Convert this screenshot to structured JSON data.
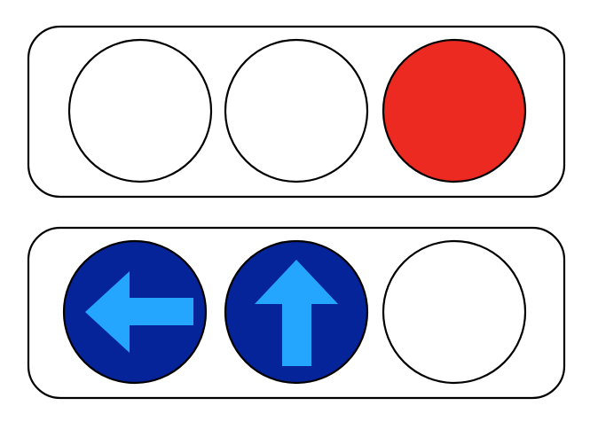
{
  "colors": {
    "background": "#ffffff",
    "housing_fill": "#ffffff",
    "outline": "#000000",
    "lamp_off": "#ffffff",
    "lamp_red": "#ec2a22",
    "arrow_lamp_bg": "#06249a",
    "arrow_fill": "#24a6ff"
  },
  "signal_heads": [
    {
      "name": "main-signal-head",
      "lamps": [
        {
          "name": "lamp-1",
          "state": "off",
          "color": "#ffffff",
          "icon": "none"
        },
        {
          "name": "lamp-2",
          "state": "off",
          "color": "#ffffff",
          "icon": "none"
        },
        {
          "name": "lamp-3",
          "state": "on",
          "color": "#ec2a22",
          "icon": "none"
        }
      ]
    },
    {
      "name": "arrow-signal-head",
      "lamps": [
        {
          "name": "left-arrow-lamp",
          "state": "on",
          "color": "#06249a",
          "icon": "left-arrow-icon"
        },
        {
          "name": "up-arrow-lamp",
          "state": "on",
          "color": "#06249a",
          "icon": "up-arrow-icon"
        },
        {
          "name": "lamp-off",
          "state": "off",
          "color": "#ffffff",
          "icon": "none"
        }
      ]
    }
  ]
}
